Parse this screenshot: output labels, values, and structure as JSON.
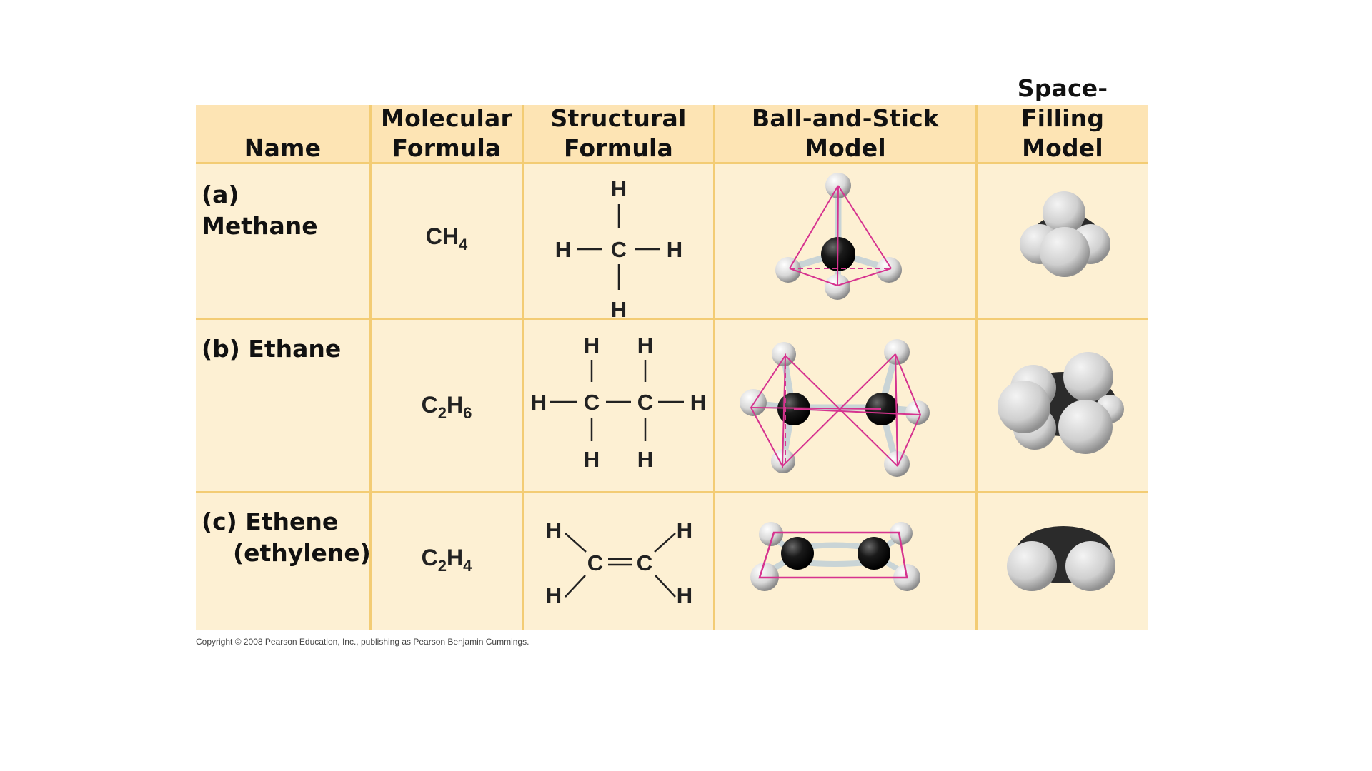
{
  "table": {
    "headers": [
      {
        "line1": "",
        "line2": "Name"
      },
      {
        "line1": "Molecular",
        "line2": "Formula"
      },
      {
        "line1": "Structural",
        "line2": "Formula"
      },
      {
        "line1": "Ball-and-Stick",
        "line2": "Model"
      },
      {
        "line1": "Space-Filling",
        "line2": "Model"
      }
    ],
    "rows": [
      {
        "name_line1": "(a)",
        "name_line2": "Methane",
        "formula_main": "CH",
        "formula_sub": "4",
        "structural": "methane-structural-formula",
        "ball_and_stick": "methane-ball-and-stick-model",
        "space_filling": "methane-space-filling-model"
      },
      {
        "name_line1": "(b) Ethane",
        "name_line2": "",
        "formula_parts": [
          "C",
          "2",
          "H",
          "6"
        ],
        "structural": "ethane-structural-formula",
        "ball_and_stick": "ethane-ball-and-stick-model",
        "space_filling": "ethane-space-filling-model"
      },
      {
        "name_line1": "(c) Ethene",
        "name_line2": "(ethylene)",
        "formula_parts": [
          "C",
          "2",
          "H",
          "4"
        ],
        "structural": "ethene-structural-formula",
        "ball_and_stick": "ethene-ball-and-stick-model",
        "space_filling": "ethene-space-filling-model"
      }
    ]
  },
  "atoms": {
    "H": "H",
    "C": "C"
  },
  "colors": {
    "header_bg": "#fde4b4",
    "body_bg": "#fdf0d3",
    "grid_line": "#f3cc74",
    "geometry_line": "#d6338f",
    "carbon": "#1a1a1a",
    "hydrogen": "#e8e8e8"
  },
  "footer": {
    "copyright": "Copyright © 2008 Pearson Education, Inc., publishing as Pearson Benjamin Cummings."
  }
}
